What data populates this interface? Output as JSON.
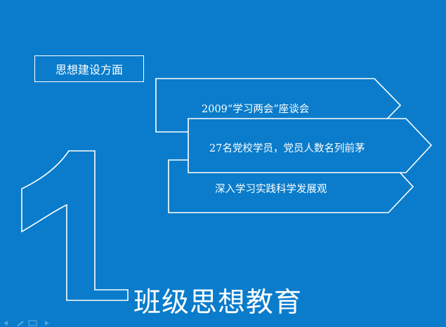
{
  "slide": {
    "section_label": "思想建设方面",
    "big_number": "1",
    "main_title": "班级思想教育",
    "items": [
      {
        "text": "2009“学习两会”座谈会"
      },
      {
        "text": "27名党校学员，党员人数名列前茅"
      },
      {
        "text": "深入学习实践科学发展观"
      }
    ]
  },
  "colors": {
    "background": "#0a7ccb",
    "foreground": "#ffffff",
    "toolbar": "#8fc3e8"
  },
  "toolbar": {
    "icons": [
      "prev-arrow-icon",
      "pen-icon",
      "slide-menu-icon",
      "next-arrow-icon"
    ]
  }
}
